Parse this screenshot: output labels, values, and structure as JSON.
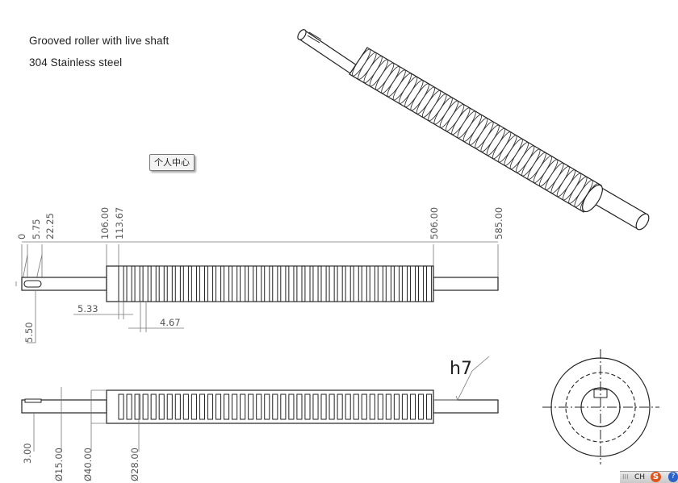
{
  "drawing": {
    "title_line1": "Grooved roller with live shaft",
    "title_line2": "304 Stainless steel",
    "tag_button_label": "个人中心",
    "tolerance_label": "h7",
    "dim_front_vertical": [
      "0",
      "5.75",
      "22.25",
      "106.00",
      "113.67",
      "506.00",
      "585.00"
    ],
    "dim_keyway_width": "5.50",
    "dim_groove_pitch": "5.33",
    "dim_groove_width": "4.67",
    "dim_bottom": [
      "3.00",
      "Ø15.00",
      "Ø40.00",
      "Ø28.00"
    ]
  },
  "taskbar": {
    "grid_icon_glyph": "⁝⁝⁝",
    "lang_label": "CH",
    "ime_label": "S",
    "extra_label": "?"
  }
}
